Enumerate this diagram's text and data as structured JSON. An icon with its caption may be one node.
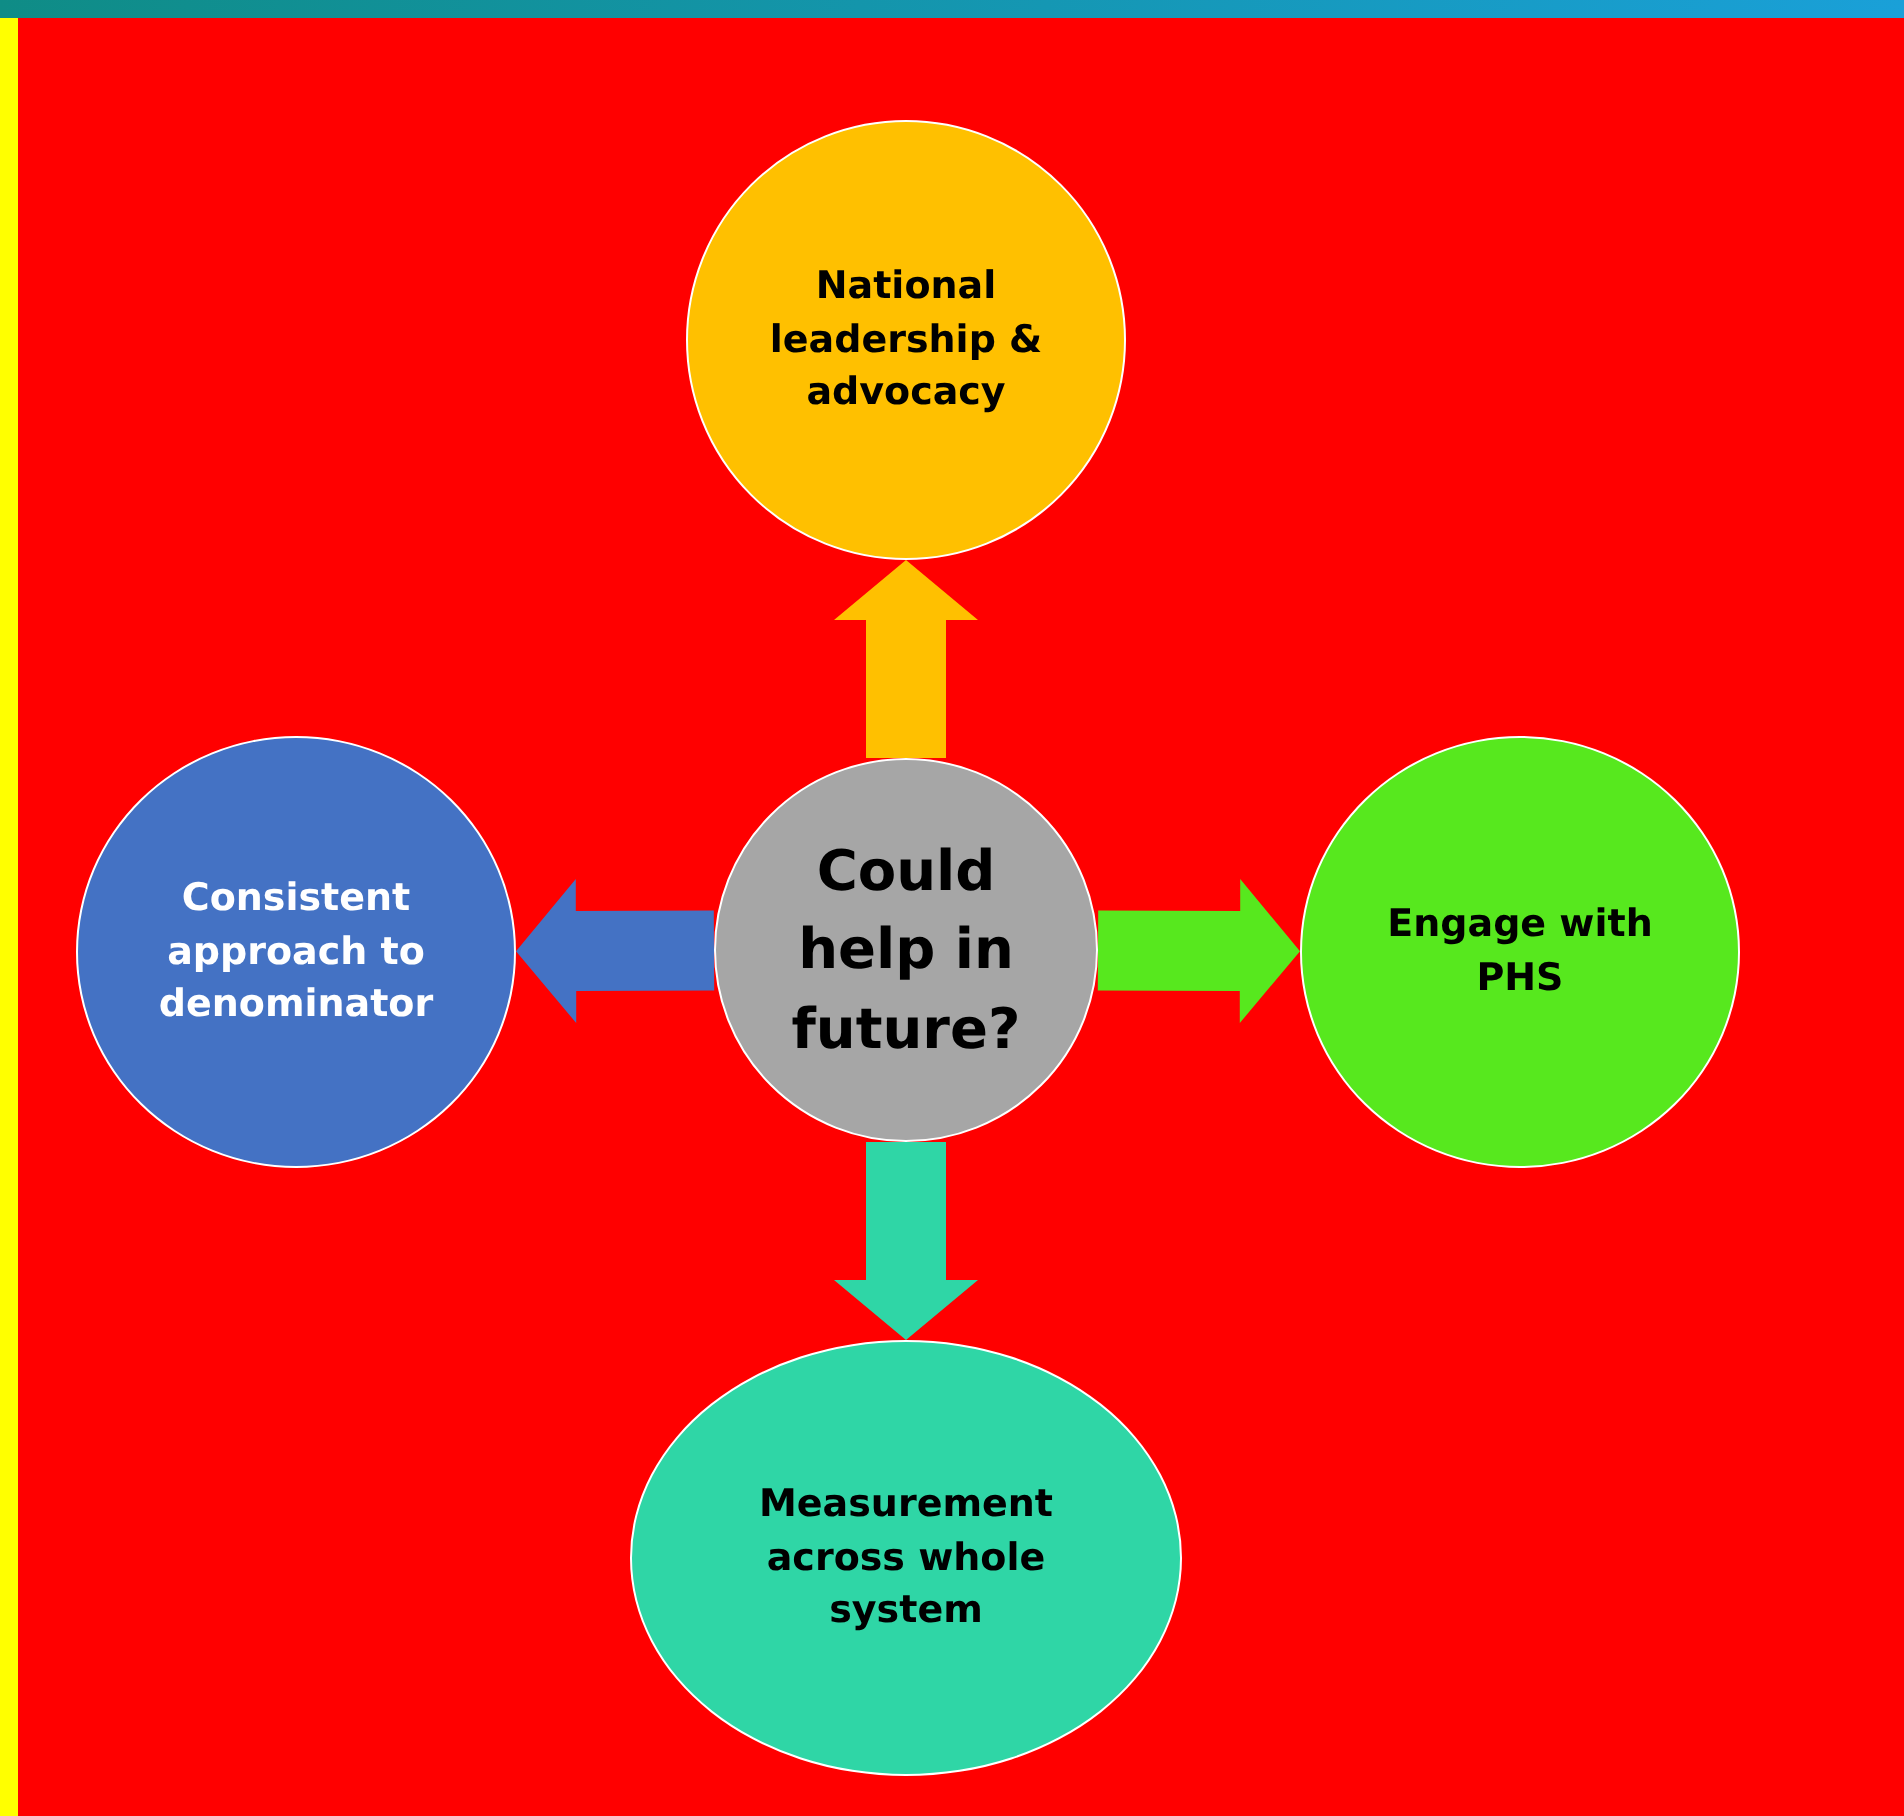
{
  "diagram": {
    "nodes": [
      {
        "text": [
          "Could help in future?"
        ]
      },
      {
        "text": [
          "National leadership & advocacy"
        ]
      },
      {
        "text": [
          "Consistent approach to denominator"
        ]
      },
      {
        "text": [
          "Engage with PHS"
        ]
      },
      {
        "text": [
          "Measurement across whole system"
        ]
      }
    ],
    "edges": [
      {
        "from": 0,
        "to": 1,
        "arrow": "to",
        "style": "thick",
        "color": "#ffc000"
      },
      {
        "from": 0,
        "to": 2,
        "arrow": "to",
        "style": "thick",
        "color": "#4472c4"
      },
      {
        "from": 0,
        "to": 3,
        "arrow": "to",
        "style": "thick",
        "color": "#57e81e"
      },
      {
        "from": 0,
        "to": 4,
        "arrow": "to",
        "style": "thick",
        "color": "#2fd6a6"
      }
    ]
  }
}
